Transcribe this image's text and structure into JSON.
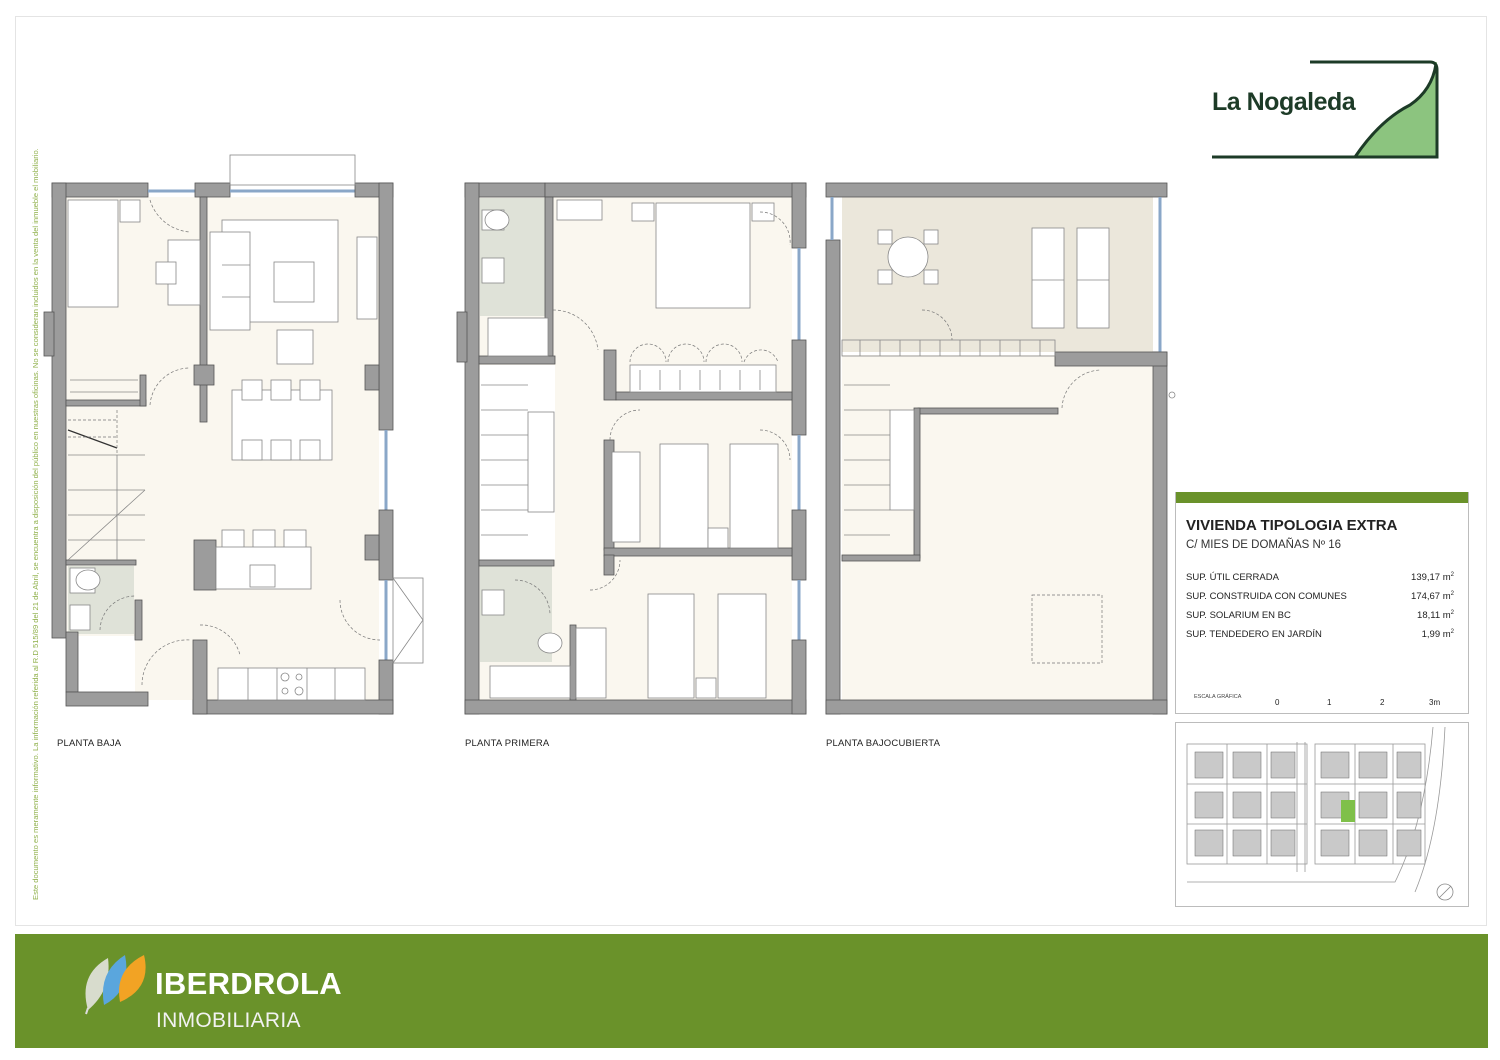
{
  "disclaimer": "Este documento es meramente informativo. La información referida al R.D 515/89 del 21 de Abril, se encuentra a disposición del público en nuestras oficinas. No se consideran incluidos en la venta del inmueble el mobiliario.",
  "project_logo": "La Nogaleda",
  "plans": [
    {
      "label": "PLANTA BAJA"
    },
    {
      "label": "PLANTA PRIMERA"
    },
    {
      "label": "PLANTA BAJOCUBIERTA"
    }
  ],
  "info": {
    "title": "VIVIENDA TIPOLOGIA EXTRA",
    "address": "C/ MIES DE DOMAÑAS Nº 16",
    "rows": [
      {
        "label": "SUP. ÚTIL CERRADA",
        "value": "139,17 m",
        "unit_exp": "2"
      },
      {
        "label": "SUP. CONSTRUIDA CON COMUNES",
        "value": "174,67 m",
        "unit_exp": "2"
      },
      {
        "label": "SUP. SOLARIUM EN BC",
        "value": "18,11 m",
        "unit_exp": "2"
      },
      {
        "label": "SUP. TENDEDERO EN JARDÍN",
        "value": "1,99 m",
        "unit_exp": "2"
      }
    ],
    "scale_label": "ESCALA GRÁFICA",
    "scale_ticks": [
      "0",
      "1",
      "2",
      "3m"
    ]
  },
  "footer": {
    "brand": "IBERDROLA",
    "sub": "INMOBILIARIA"
  },
  "colors": {
    "brand_green": "#6a922a",
    "wall": "#9c9c9c",
    "floor": "#faf7ef",
    "terrace": "#ebe7db",
    "wet": "#dfe2d8"
  }
}
